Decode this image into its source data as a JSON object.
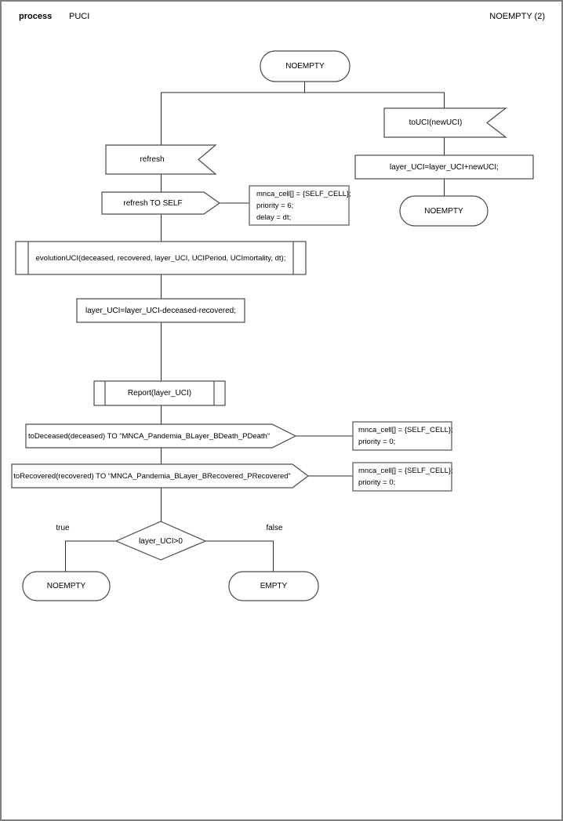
{
  "header": {
    "kind": "process",
    "process_name": "PUCI",
    "page_ref": "NOEMPTY (2)"
  },
  "colors": {
    "background": "#ffffff",
    "page_border": "#7f7f7f",
    "shape_border": "#4a4a4a",
    "comment_border": "#7f7f7f",
    "connector_line": "#2b2b2b",
    "text": "#000000"
  },
  "diagram": {
    "state_start": "NOEMPTY",
    "input_toUCI": "toUCI(newUCI)",
    "task_addUCI": "layer_UCI=layer_UCI+newUCI;",
    "state_after_toUCI": "NOEMPTY",
    "input_refresh": "refresh",
    "output_refresh_self": "refresh TO SELF",
    "comment_refresh": {
      "lines": [
        "mnca_cell[] = {SELF_CELL};",
        "priority = 6;",
        "delay = dt;"
      ]
    },
    "procedure_evolution": "evolutionUCI(deceased, recovered, layer_UCI, UCIPeriod, UCImortality, dt);",
    "task_updateUCI": "layer_UCI=layer_UCI-deceased-recovered;",
    "procedure_report": "Report(layer_UCI)",
    "output_toDeceased": "toDeceased(deceased) TO “MNCA_Pandemia_BLayer_BDeath_PDeath”",
    "comment_toDeceased": {
      "lines": [
        "mnca_cell[] = {SELF_CELL};",
        "priority = 0;"
      ]
    },
    "output_toRecovered": "toRecovered(recovered) TO “MNCA_Pandemia_BLayer_BRecovered_PRecovered”",
    "comment_toRecovered": {
      "lines": [
        "mnca_cell[] = {SELF_CELL};",
        "priority = 0;"
      ]
    },
    "decision": "layer_UCI>0",
    "branch_true_label": "true",
    "branch_false_label": "false",
    "state_true": "NOEMPTY",
    "state_false": "EMPTY"
  }
}
